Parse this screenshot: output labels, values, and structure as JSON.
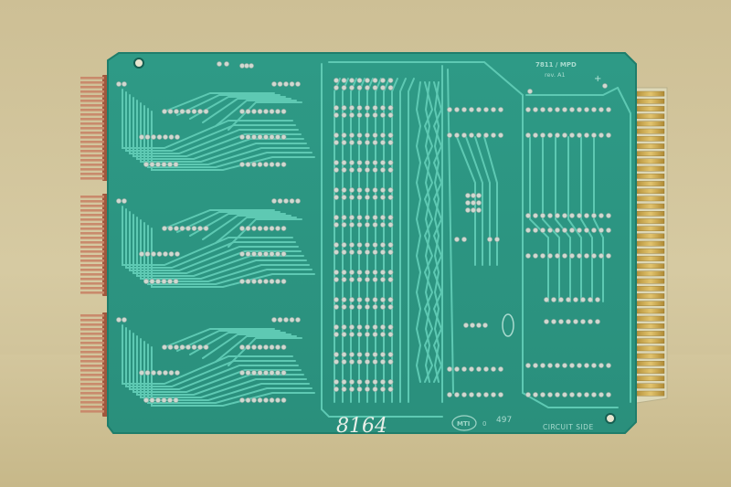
{
  "photo": {
    "subject": "Printed circuit board, circuit side",
    "colors": {
      "background": "#cfc39a",
      "board": "#2f9a86",
      "board_edge": "#1f7d6b",
      "trace": "#5ec9b3",
      "solder": "#cfd7cf",
      "gold_fingers": "#d6b45a",
      "pins": "#b76b4c",
      "marking": "#9fd6c8"
    }
  },
  "board": {
    "part_label": "7811 / MPD",
    "revision_label": "rev. A1",
    "plus_marker": "+",
    "serial_handwritten": "8164",
    "maker_logo": "MTI",
    "number_stamp": "497",
    "small_zero": "0",
    "side_label": "CIRCUIT SIDE"
  }
}
